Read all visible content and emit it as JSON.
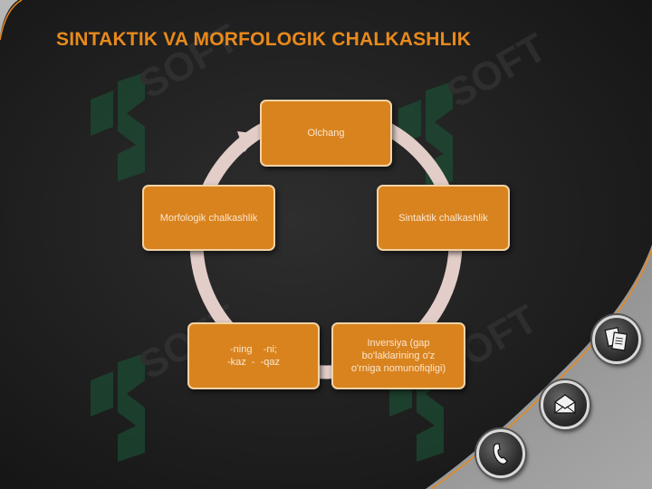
{
  "slide": {
    "title": "SINTAKTIK VA MORFOLOGIK CHALKASHLIK",
    "watermark": "SOFT"
  },
  "cycle": {
    "nodes": [
      {
        "id": "olchang",
        "lines": [
          "Olchang"
        ]
      },
      {
        "id": "sintaktik",
        "lines": [
          "Sintaktik chalkashlik"
        ]
      },
      {
        "id": "inversiya",
        "lines": [
          "Inversiya (gap",
          "bo'laklarining o'z",
          "o'rniga nomunofiqligi)"
        ]
      },
      {
        "id": "ning",
        "lines": [
          "-ning    -ni;",
          "-kaz  -  -qaz"
        ]
      },
      {
        "id": "morfologik",
        "lines": [
          "Morfologik chalkashlik"
        ]
      }
    ],
    "direction": "clockwise"
  },
  "nav_buttons": [
    {
      "name": "documents-button",
      "icon": "documents-icon"
    },
    {
      "name": "mail-button",
      "icon": "envelope-icon"
    },
    {
      "name": "phone-button",
      "icon": "phone-icon"
    }
  ],
  "colors": {
    "accent": "#e88a1c",
    "node_fill": "#d9831f",
    "node_border": "#f2d3a6",
    "node_text": "#fbe6cc",
    "slide_dark": "#262626",
    "ring": "#e3cdc8",
    "watermark": "#1c5a3a"
  }
}
